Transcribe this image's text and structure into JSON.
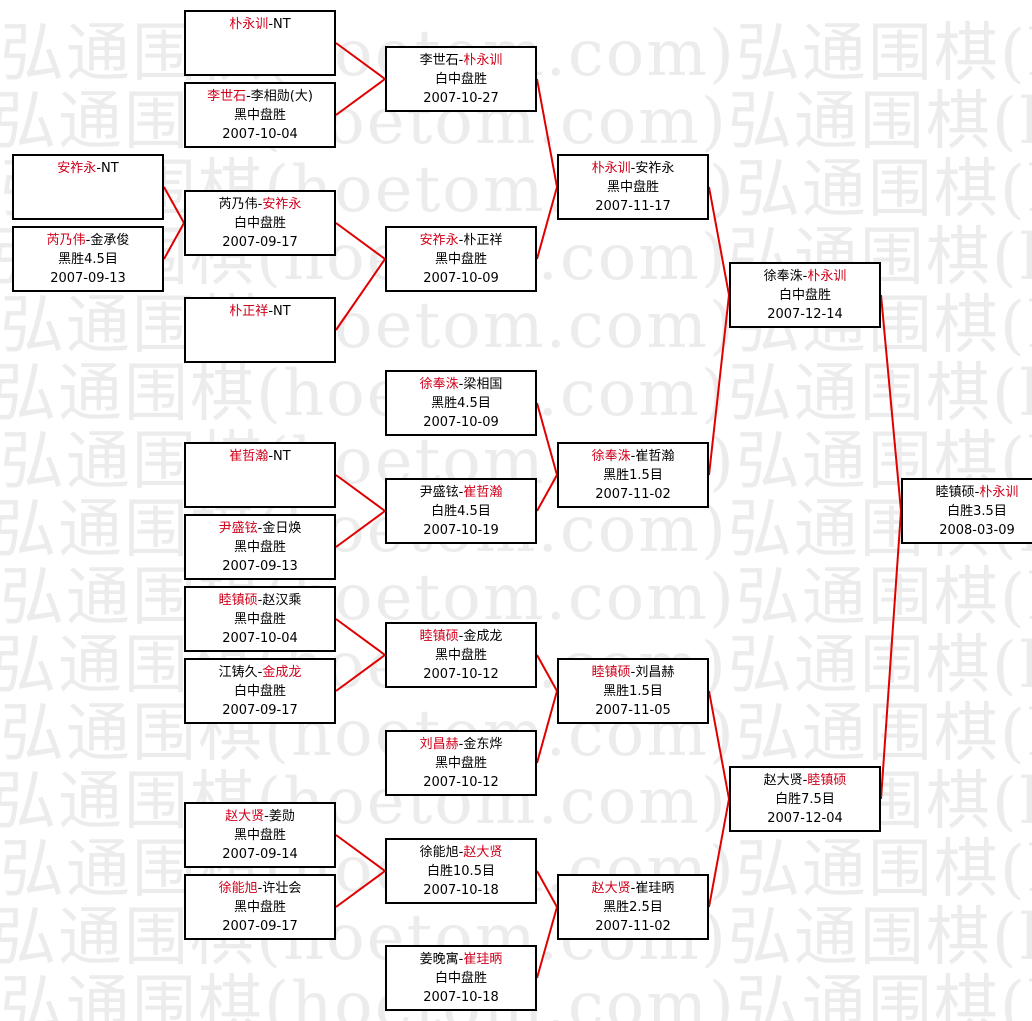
{
  "watermark_text": "弘通围棋(hoetom.com)弘通围棋(hoetom.com)",
  "colors": {
    "winner": "#d0021b",
    "connector": "#e00000",
    "border": "#000000",
    "watermark": "#ececec"
  },
  "matches": [
    {
      "id": "m1",
      "a": "朴永训",
      "b": "NT",
      "winner": "a",
      "result": "",
      "date": ""
    },
    {
      "id": "m2",
      "a": "李世石",
      "b": "李相勋(大)",
      "winner": "a",
      "result": "黑中盘胜",
      "date": "2007-10-04"
    },
    {
      "id": "m3",
      "a": "安祚永",
      "b": "NT",
      "winner": "a",
      "result": "",
      "date": ""
    },
    {
      "id": "m4",
      "a": "芮乃伟",
      "b": "金承俊",
      "winner": "a",
      "result": "黑胜4.5目",
      "date": "2007-09-13"
    },
    {
      "id": "m5",
      "a": "芮乃伟",
      "b": "安祚永",
      "winner": "b",
      "result": "白中盘胜",
      "date": "2007-09-17"
    },
    {
      "id": "m6",
      "a": "朴正祥",
      "b": "NT",
      "winner": "a",
      "result": "",
      "date": ""
    },
    {
      "id": "m7",
      "a": "李世石",
      "b": "朴永训",
      "winner": "b",
      "result": "白中盘胜",
      "date": "2007-10-27"
    },
    {
      "id": "m8",
      "a": "安祚永",
      "b": "朴正祥",
      "winner": "a",
      "result": "黑中盘胜",
      "date": "2007-10-09"
    },
    {
      "id": "m9",
      "a": "朴永训",
      "b": "安祚永",
      "winner": "a",
      "result": "黑中盘胜",
      "date": "2007-11-17"
    },
    {
      "id": "m10",
      "a": "徐奉洙",
      "b": "梁相国",
      "winner": "a",
      "result": "黑胜4.5目",
      "date": "2007-10-09"
    },
    {
      "id": "m11",
      "a": "崔哲瀚",
      "b": "NT",
      "winner": "a",
      "result": "",
      "date": ""
    },
    {
      "id": "m12",
      "a": "尹盛铉",
      "b": "金日焕",
      "winner": "a",
      "result": "黑中盘胜",
      "date": "2007-09-13"
    },
    {
      "id": "m13",
      "a": "尹盛铉",
      "b": "崔哲瀚",
      "winner": "b",
      "result": "白胜4.5目",
      "date": "2007-10-19"
    },
    {
      "id": "m14",
      "a": "徐奉洙",
      "b": "崔哲瀚",
      "winner": "a",
      "result": "黑胜1.5目",
      "date": "2007-11-02"
    },
    {
      "id": "m15",
      "a": "徐奉洙",
      "b": "朴永训",
      "winner": "b",
      "result": "白中盘胜",
      "date": "2007-12-14"
    },
    {
      "id": "m16",
      "a": "睦镇硕",
      "b": "赵汉乘",
      "winner": "a",
      "result": "黑中盘胜",
      "date": "2007-10-04"
    },
    {
      "id": "m17",
      "a": "江铸久",
      "b": "金成龙",
      "winner": "b",
      "result": "白中盘胜",
      "date": "2007-09-17"
    },
    {
      "id": "m18",
      "a": "睦镇硕",
      "b": "金成龙",
      "winner": "a",
      "result": "黑中盘胜",
      "date": "2007-10-12"
    },
    {
      "id": "m19",
      "a": "刘昌赫",
      "b": "金东烨",
      "winner": "a",
      "result": "黑中盘胜",
      "date": "2007-10-12"
    },
    {
      "id": "m20",
      "a": "睦镇硕",
      "b": "刘昌赫",
      "winner": "a",
      "result": "黑胜1.5目",
      "date": "2007-11-05"
    },
    {
      "id": "m21",
      "a": "赵大贤",
      "b": "姜勋",
      "winner": "a",
      "result": "黑中盘胜",
      "date": "2007-09-14"
    },
    {
      "id": "m22",
      "a": "徐能旭",
      "b": "许壮会",
      "winner": "a",
      "result": "黑中盘胜",
      "date": "2007-09-17"
    },
    {
      "id": "m23",
      "a": "徐能旭",
      "b": "赵大贤",
      "winner": "b",
      "result": "白胜10.5目",
      "date": "2007-10-18"
    },
    {
      "id": "m24",
      "a": "姜晚寓",
      "b": "崔珪昞",
      "winner": "b",
      "result": "白中盘胜",
      "date": "2007-10-18"
    },
    {
      "id": "m25",
      "a": "赵大贤",
      "b": "崔珪昞",
      "winner": "a",
      "result": "黑胜2.5目",
      "date": "2007-11-02"
    },
    {
      "id": "m26",
      "a": "赵大贤",
      "b": "睦镇硕",
      "winner": "b",
      "result": "白胜7.5目",
      "date": "2007-12-04"
    },
    {
      "id": "m27",
      "a": "睦镇硕",
      "b": "朴永训",
      "winner": "b",
      "result": "白胜3.5目",
      "date": "2008-03-09"
    }
  ],
  "links": [
    [
      "m1",
      "m7"
    ],
    [
      "m2",
      "m7"
    ],
    [
      "m3",
      "m5"
    ],
    [
      "m4",
      "m5"
    ],
    [
      "m5",
      "m8"
    ],
    [
      "m6",
      "m8"
    ],
    [
      "m7",
      "m9"
    ],
    [
      "m8",
      "m9"
    ],
    [
      "m9",
      "m15"
    ],
    [
      "m14",
      "m15"
    ],
    [
      "m10",
      "m14"
    ],
    [
      "m13",
      "m14"
    ],
    [
      "m11",
      "m13"
    ],
    [
      "m12",
      "m13"
    ],
    [
      "m16",
      "m18"
    ],
    [
      "m17",
      "m18"
    ],
    [
      "m18",
      "m20"
    ],
    [
      "m19",
      "m20"
    ],
    [
      "m21",
      "m23"
    ],
    [
      "m22",
      "m23"
    ],
    [
      "m23",
      "m25"
    ],
    [
      "m24",
      "m25"
    ],
    [
      "m20",
      "m26"
    ],
    [
      "m25",
      "m26"
    ],
    [
      "m15",
      "m27"
    ],
    [
      "m26",
      "m27"
    ]
  ]
}
